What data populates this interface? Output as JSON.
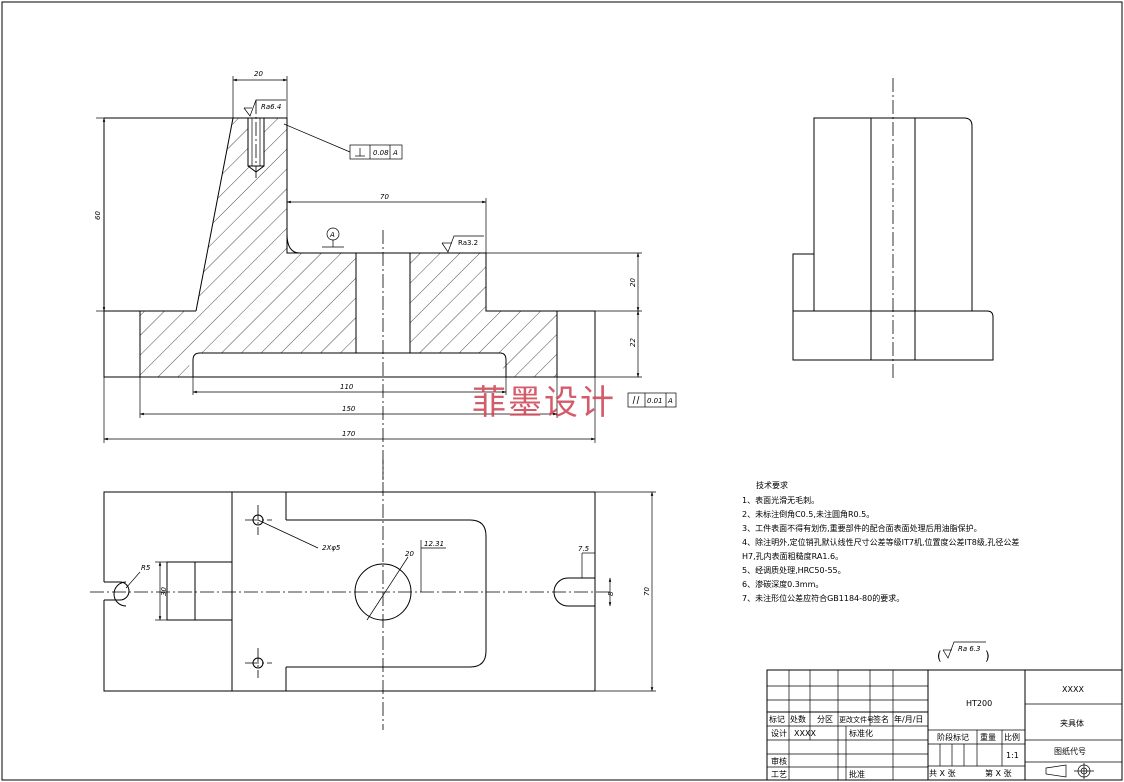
{
  "dimensions": {
    "top_width": "20",
    "height_total": "60",
    "step_width": "70",
    "step_height": "20",
    "base_height": "22",
    "width_110": "110",
    "width_150": "150",
    "width_170": "170",
    "holes": "2Xφ5",
    "bore_dia": "20",
    "offset": "12.31",
    "slot_width": "7.5",
    "slot_dia": "8",
    "radius": "R5",
    "plan_height": "70",
    "left_height": "30"
  },
  "annotations": {
    "rough_top": "Ra6.4",
    "rough_step": "Ra3.2",
    "perp_value": "0.08",
    "datum_a": "A",
    "par_value": "0.01",
    "datum_marker": "A",
    "general_rough": "Ra 6.3"
  },
  "watermark": "菲墨设计",
  "tech_requirements": {
    "title": "技术要求",
    "items": [
      "1、表面光滑无毛刺。",
      "2、未标注倒角C0.5,未注圆角R0.5。",
      "3、工件表面不得有划伤,重要部件的配合面表面处理后用油脂保护。",
      "4、除注明外,定位销孔默认线性尺寸公差等级IT7机,位置度公差IT8级,孔径公差",
      "H7,孔内表面粗糙度RA1.6。",
      "5、经调质处理,HRC50-55。",
      "6、渗碳深度0.3mm。",
      "7、未注形位公差应符合GB1184-80的要求。"
    ]
  },
  "title_block": {
    "material": "HT200",
    "company": "XXXX",
    "part_name": "夹具体",
    "drawing_code_label": "图纸代号",
    "row_labels": [
      "标记",
      "处数",
      "分区",
      "更改文件号",
      "签名",
      "年/月/日"
    ],
    "design_label": "设计",
    "designer": "XXXX",
    "standard_label": "标准化",
    "stage_label": "阶段标记",
    "weight_label": "重量",
    "scale_label": "比例",
    "scale": "1:1",
    "review_label": "审核",
    "process_label": "工艺",
    "approve_label": "批准",
    "sheet_total": "共 X 张",
    "sheet_no": "第 X 张"
  }
}
